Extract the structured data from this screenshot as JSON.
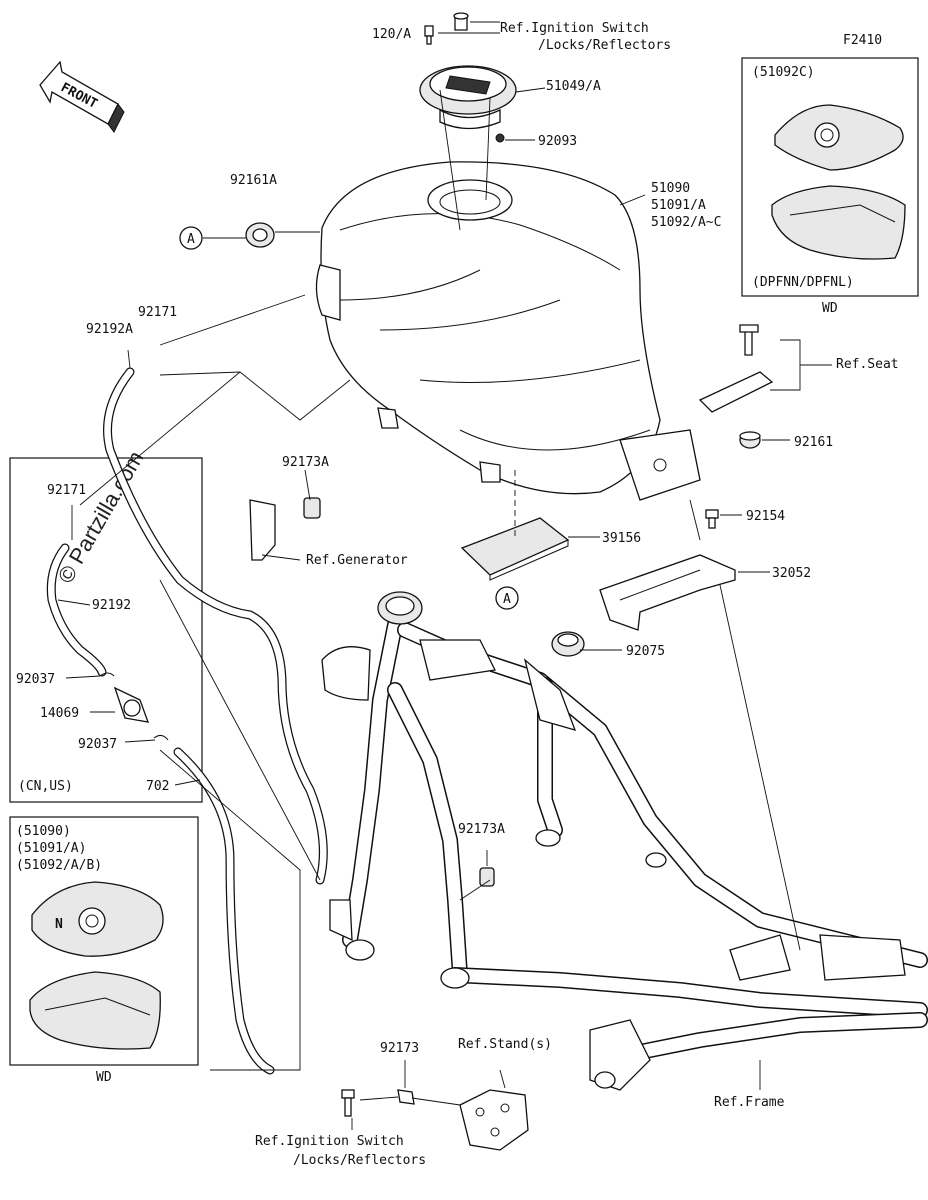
{
  "diagram_id": "F2410",
  "front_label": "FRONT",
  "watermark": "© Partzilla.com",
  "callout_marker": "A",
  "labels": {
    "l_120A": "120/A",
    "l_ref_ign_top_1": "Ref.Ignition Switch",
    "l_ref_ign_top_2": "/Locks/Reflectors",
    "l_51049A": "51049/A",
    "l_92093": "92093",
    "l_92161A": "92161A",
    "l_51090": "51090",
    "l_51091A": "51091/A",
    "l_51092AC": "51092/A~C",
    "l_92171_a": "92171",
    "l_92192A": "92192A",
    "l_ref_seat": "Ref.Seat",
    "l_92161": "92161",
    "l_92173A_a": "92173A",
    "l_ref_generator": "Ref.Generator",
    "l_92154": "92154",
    "l_39156": "39156",
    "l_32052": "32052",
    "l_92171_b": "92171",
    "l_92192": "92192",
    "l_92075": "92075",
    "l_92037_a": "92037",
    "l_14069": "14069",
    "l_92037_b": "92037",
    "l_cn_us": "(CN,US)",
    "l_702": "702",
    "l_92173A_b": "92173A",
    "l_92173": "92173",
    "l_ref_stand": "Ref.Stand(s)",
    "l_ref_frame": "Ref.Frame",
    "l_ref_ign_bot_1": "Ref.Ignition Switch",
    "l_ref_ign_bot_2": "/Locks/Reflectors"
  },
  "inset_top_right": {
    "header": "(51092C)",
    "footer": "(DPFNN/DPFNL)",
    "caption": "WD"
  },
  "inset_bottom_left": {
    "line1": "(51090)",
    "line2": "(51091/A)",
    "line3": "(51092/A/B)",
    "caption": "WD"
  }
}
